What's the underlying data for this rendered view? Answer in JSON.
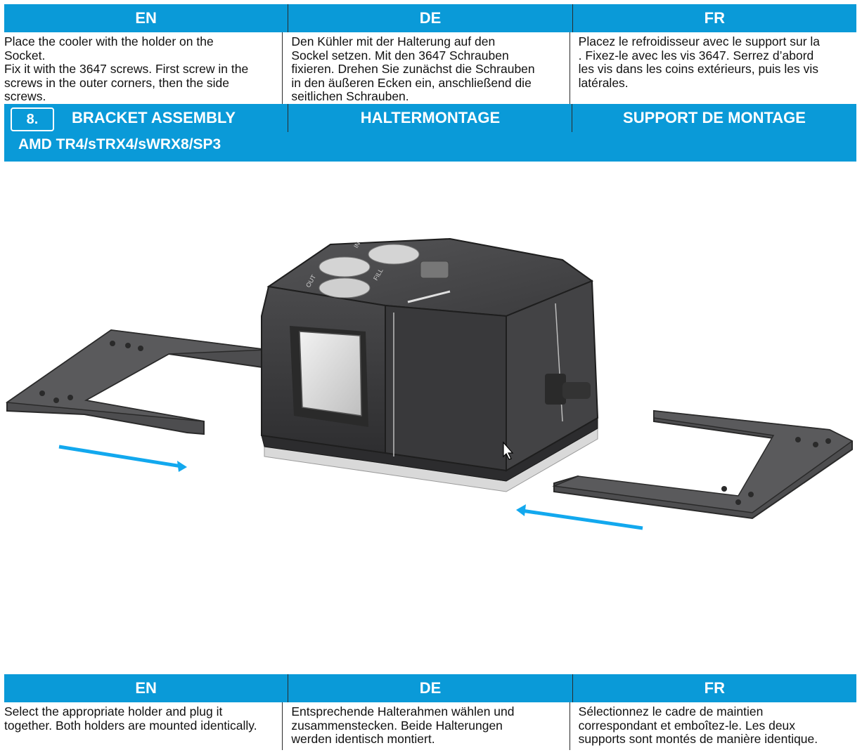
{
  "top_section": {
    "lang_headers": [
      "EN",
      "DE",
      "FR"
    ],
    "texts": [
      "Place the cooler with the holder on the\nSocket.\nFix it with the 3647 screws. First screw in the\nscrews in the outer corners, then the side\nscrews.",
      "Den Kühler mit der Halterung auf den\nSockel setzen. Mit den 3647 Schrauben\nfixieren. Drehen Sie zunächst die Schrauben\nin den äußeren Ecken ein, anschließend die\nseitlichen Schrauben.",
      "Placez le refroidisseur avec le support sur la\n. Fixez-le avec les vis 3647. Serrez d’abord\nles vis dans les coins extérieurs, puis les vis\nlatérales."
    ]
  },
  "step": {
    "number": "8.",
    "title_en": "BRACKET ASSEMBLY",
    "title_de": "HALTERMONTAGE",
    "title_fr": "SUPPORT DE MONTAGE",
    "subtitle": "AMD TR4/sTRX4/sWRX8/SP3"
  },
  "bottom_section": {
    "lang_headers": [
      "EN",
      "DE",
      "FR"
    ],
    "texts": [
      "Select the appropriate holder and plug it\ntogether. Both holders are mounted identically.",
      "Entsprechende Halterahmen wählen und\nzusammenstecken. Beide Halterungen\nwerden identisch montiert.",
      "Sélectionnez le cadre de maintien\ncorrespondant et emboîtez-le. Les deux\nsupports sont montés de manière identique."
    ]
  },
  "illustration": {
    "port_labels": [
      "OUT",
      "FILL",
      "IN"
    ],
    "colors": {
      "accent_blue": "#0a9ad8",
      "arrow_blue": "#12a8ee",
      "cooler_body": "#3a3a3c",
      "bracket": "#4a4a4a"
    }
  }
}
